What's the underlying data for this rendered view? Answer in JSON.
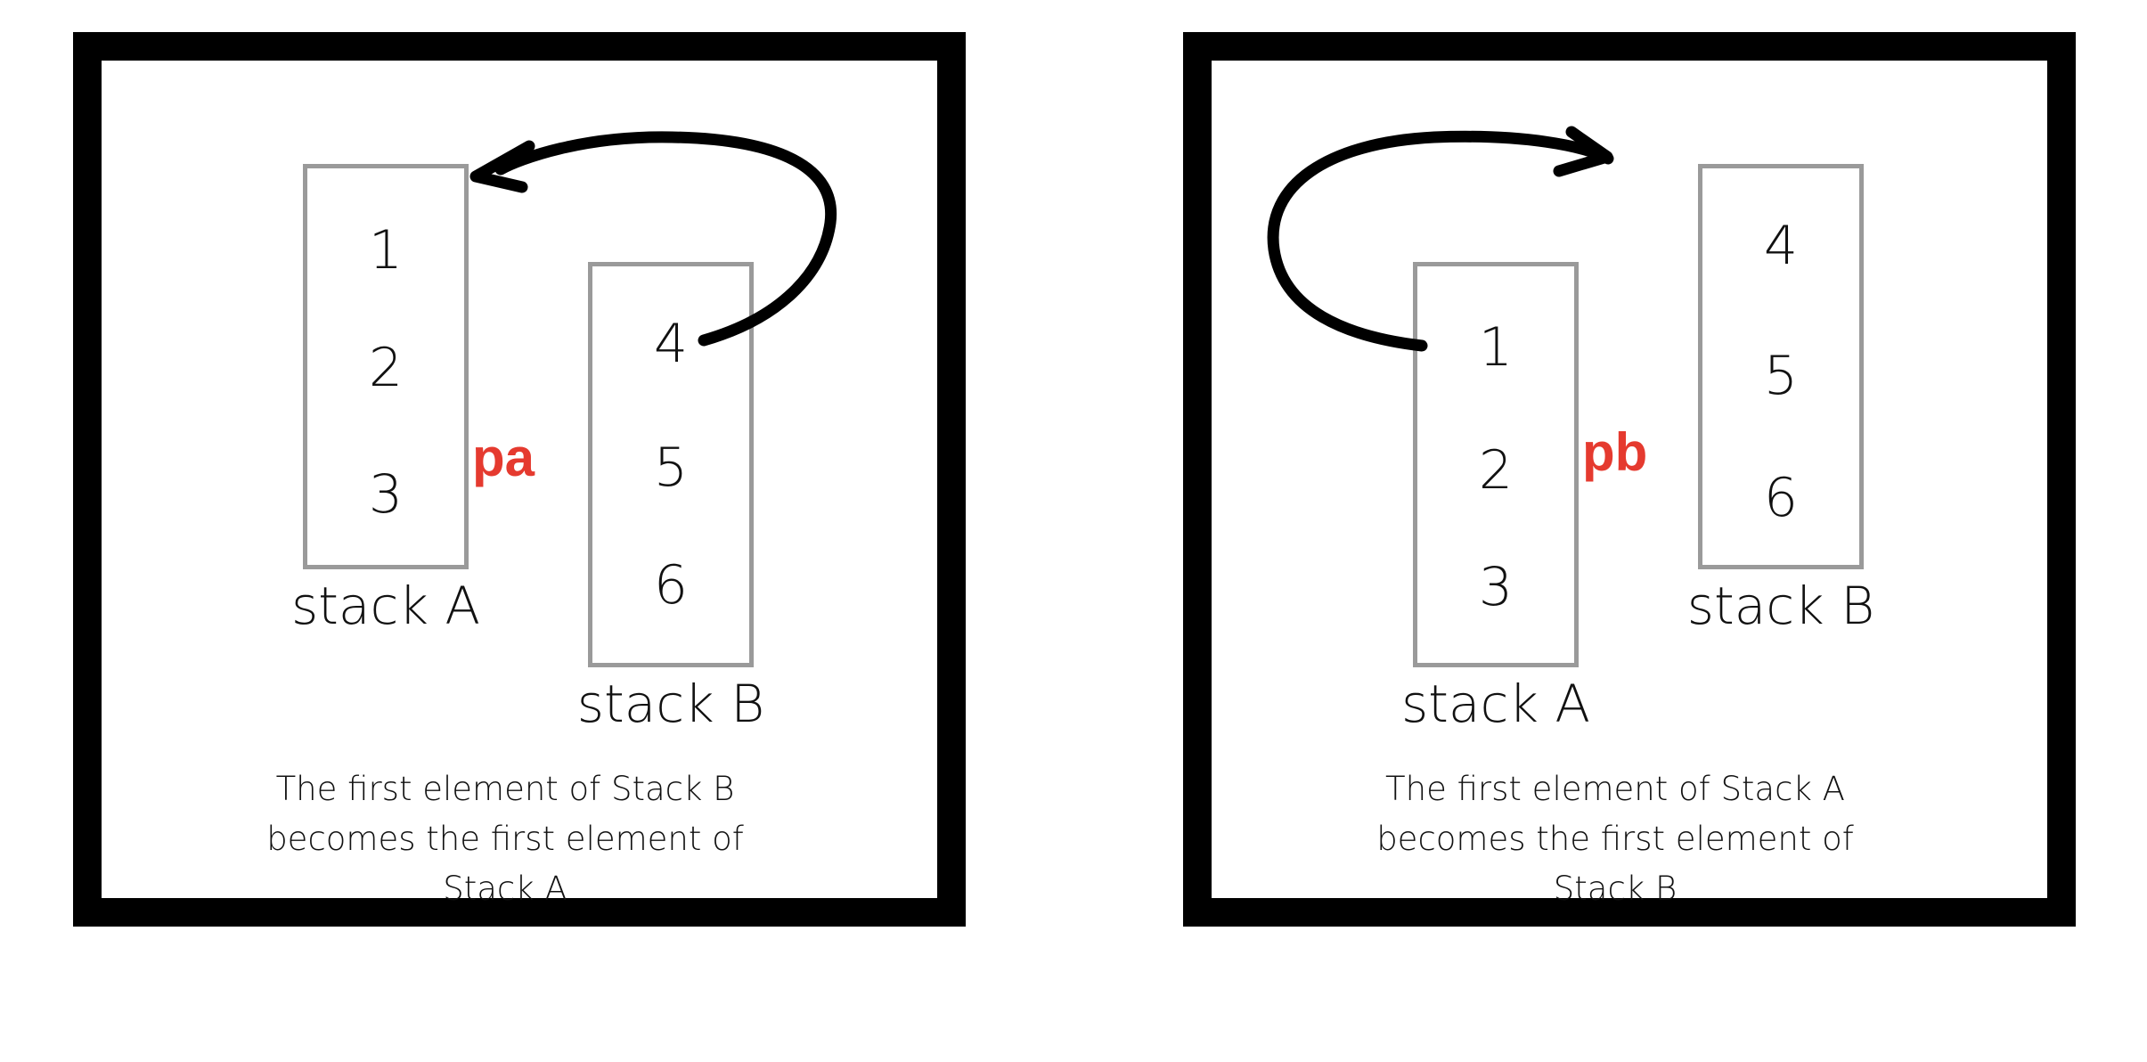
{
  "panels": [
    {
      "operation": "pa",
      "stack_a": {
        "label": "stack A",
        "values": [
          "1",
          "2",
          "3"
        ]
      },
      "stack_b": {
        "label": "stack B",
        "values": [
          "4",
          "5",
          "6"
        ]
      },
      "caption": [
        "The first element of Stack B",
        "becomes the first element of",
        "Stack A"
      ],
      "arrow_icon": "curved-arrow-icon"
    },
    {
      "operation": "pb",
      "stack_a": {
        "label": "stack A",
        "values": [
          "1",
          "2",
          "3"
        ]
      },
      "stack_b": {
        "label": "stack B",
        "values": [
          "4",
          "5",
          "6"
        ]
      },
      "caption": [
        "The first element of Stack A",
        "becomes the first element of",
        "Stack B"
      ],
      "arrow_icon": "curved-arrow-icon"
    }
  ],
  "colors": {
    "frame": "#000000",
    "stack_border": "#9a9a9a",
    "operation": "#e53a2f",
    "text": "#111111"
  }
}
